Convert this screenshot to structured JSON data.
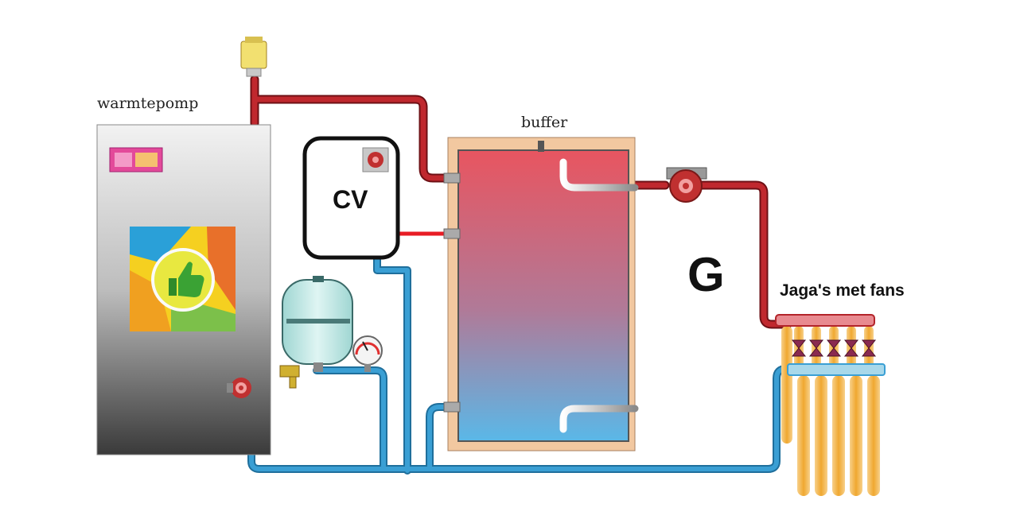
{
  "labels": {
    "heat_pump": "warmtepomp",
    "buffer": "buffer",
    "cv": "CV",
    "g": "G",
    "radiators": "Jaga's met fans"
  },
  "colors": {
    "hot_pipe": "#b3242a",
    "cold_pipe": "#3a9fd4",
    "tank_top": "#e85560",
    "tank_bottom": "#5ab8e8",
    "tank_jacket": "#f2c8a0",
    "heat_pump_top": "#eeeeee",
    "heat_pump_bottom": "#3a3a3a",
    "radiator_tube": "#f0b040",
    "expansion_vessel": "#bfe8e4"
  },
  "icons": [
    "thumbs-up-icon",
    "pump-icon",
    "valve-icon",
    "pressure-gauge-icon",
    "control-panel-icon"
  ]
}
